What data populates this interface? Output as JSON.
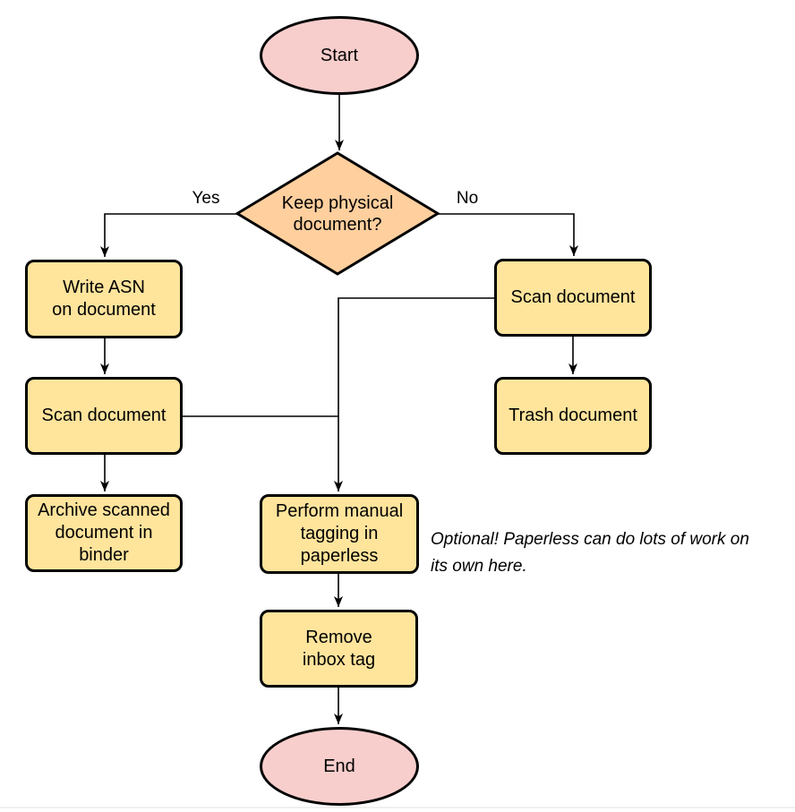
{
  "canvas": {
    "background": "#ffffff"
  },
  "palette": {
    "terminal_fill": "#f8cecc",
    "decision_fill": "#ffcf9e",
    "process_fill": "#ffe49c",
    "stroke": "#000000"
  },
  "nodes": {
    "start": {
      "type": "terminal",
      "lines": [
        "Start"
      ]
    },
    "decision": {
      "type": "decision",
      "lines": [
        "Keep physical",
        "document?"
      ]
    },
    "write_asn": {
      "type": "process",
      "lines": [
        "Write ASN",
        "on document"
      ]
    },
    "scan_left": {
      "type": "process",
      "lines": [
        "Scan document"
      ]
    },
    "archive": {
      "type": "process",
      "lines": [
        "Archive scanned",
        "document in",
        "binder"
      ]
    },
    "scan_right": {
      "type": "process",
      "lines": [
        "Scan document"
      ]
    },
    "trash": {
      "type": "process",
      "lines": [
        "Trash document"
      ]
    },
    "tagging": {
      "type": "process",
      "lines": [
        "Perform manual",
        "tagging in",
        "paperless"
      ]
    },
    "remove_tag": {
      "type": "process",
      "lines": [
        "Remove",
        "inbox tag"
      ]
    },
    "end": {
      "type": "terminal",
      "lines": [
        "End"
      ]
    }
  },
  "edge_labels": {
    "yes": "Yes",
    "no": "No"
  },
  "note": {
    "lines": [
      "Optional! Paperless can do lots of work on",
      "its own here."
    ]
  }
}
